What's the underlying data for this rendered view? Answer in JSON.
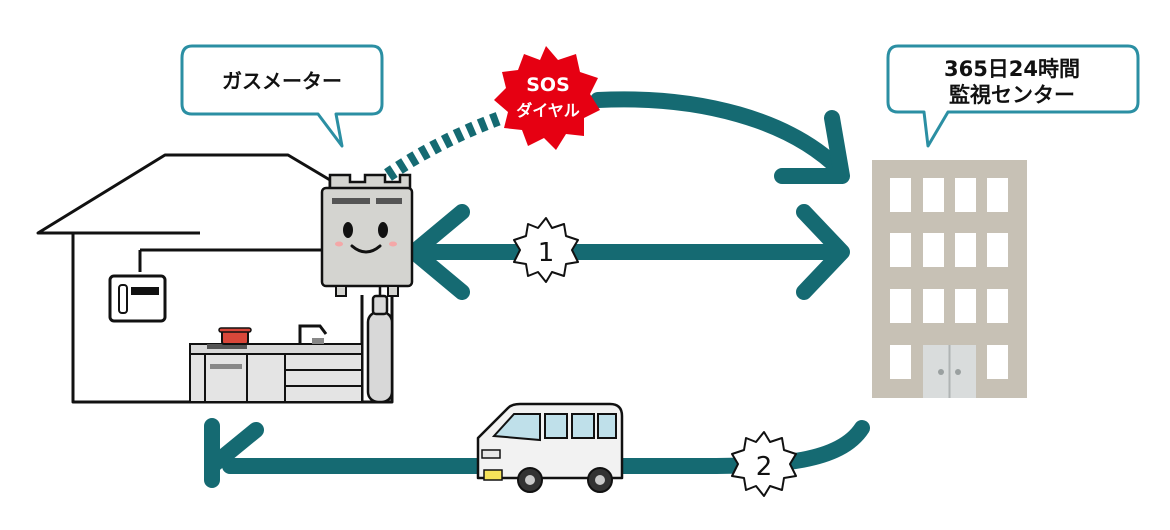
{
  "callouts": {
    "gas_meter": "ガスメーター",
    "center_line1": "365日24時間",
    "center_line2": "監視センター"
  },
  "sos": {
    "line1": "SOS",
    "line2": "ダイヤル"
  },
  "steps": {
    "one": "1",
    "two": "2"
  },
  "colors": {
    "arrow": "#156a72",
    "callout_border": "#2b8fa3",
    "sos_red": "#e60012",
    "building": "#c7c1b5",
    "meter_body": "#d4d4d0"
  }
}
